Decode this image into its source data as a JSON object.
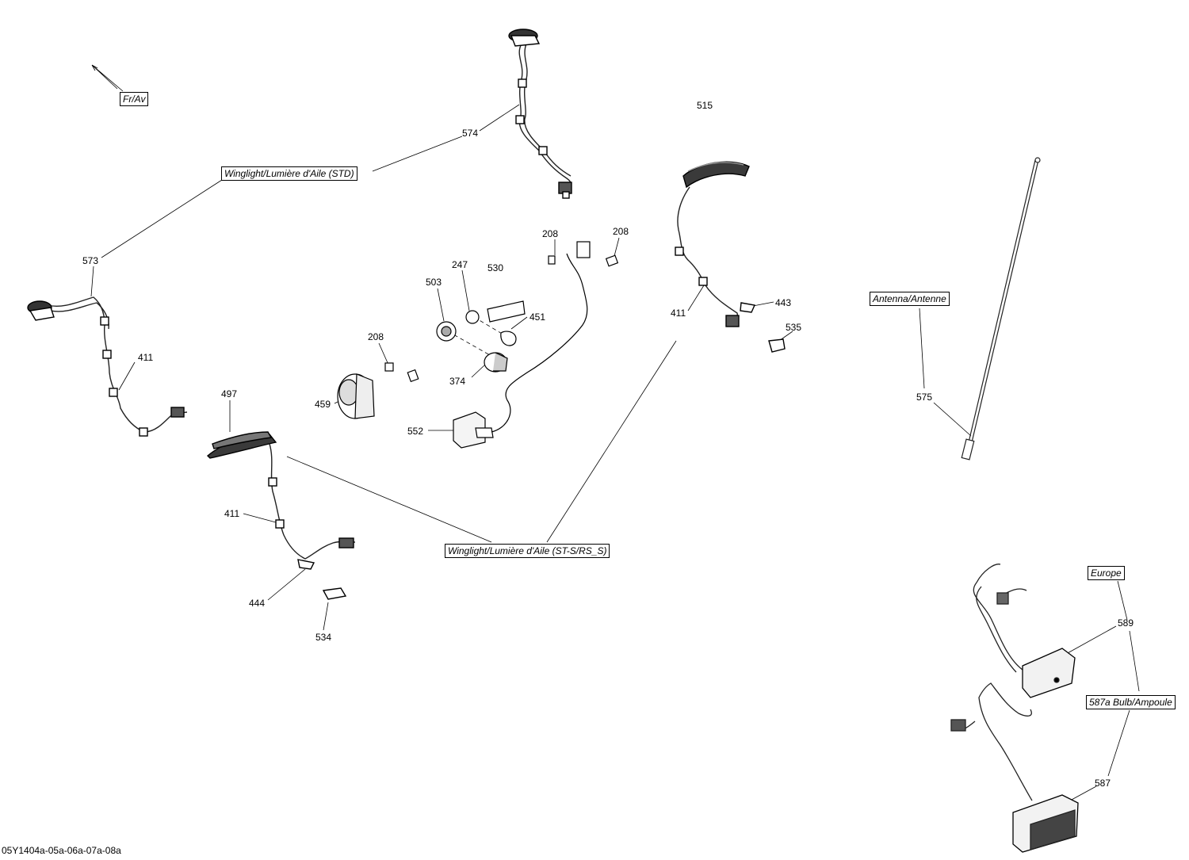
{
  "labels": {
    "fr_av": "Fr/Av",
    "winglight_std": "Winglight/Lumière d'Aile (STD)",
    "winglight_sts": "Winglight/Lumière d'Aile (ST-S/RS_S)",
    "antenna": "Antenna/Antenne",
    "europe": "Europe",
    "bulb": "587a Bulb/Ampoule"
  },
  "parts": {
    "p574": "574",
    "p515": "515",
    "p573": "573",
    "p208a": "208",
    "p208b": "208",
    "p208c": "208",
    "p247": "247",
    "p530": "530",
    "p503": "503",
    "p451": "451",
    "p443": "443",
    "p411a": "411",
    "p411b": "411",
    "p411c": "411",
    "p535": "535",
    "p497": "497",
    "p374": "374",
    "p459": "459",
    "p552": "552",
    "p575": "575",
    "p444": "444",
    "p534": "534",
    "p589": "589",
    "p587": "587"
  },
  "footer": "05Y1404a-05a-06a-07a-08a"
}
